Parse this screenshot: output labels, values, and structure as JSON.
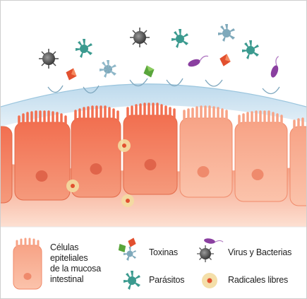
{
  "colors": {
    "cell_fill": "#f48a6a",
    "cell_fill_light": "#f9b79e",
    "cell_border": "#e26a4a",
    "nucleus": "#e0644a",
    "tissue_bottom": "#fbd2bf",
    "mucus_layer": "#cfe4f1",
    "mucus_edge": "#8fbcd8",
    "virus_gray": "#4a4a4a",
    "parasite_teal": "#3b9a8f",
    "toxin_red": "#e2502f",
    "toxin_green": "#59a53b",
    "bacteria_purple": "#8a3fa0",
    "radical_yellow": "#f3dca0"
  },
  "icons": [
    "virus-icon",
    "bacteria-icon",
    "parasite-icon",
    "toxin-icon",
    "free-radical-icon",
    "epithelial-cell-icon"
  ],
  "legend": {
    "cells": [
      "Células",
      "epiteliales",
      "de la mucosa",
      "intestinal"
    ],
    "toxins": "Toxinas",
    "virus_bacteria": "Virus y Bacterias",
    "parasites": "Parásitos",
    "free_radicals": "Radicales libres"
  }
}
